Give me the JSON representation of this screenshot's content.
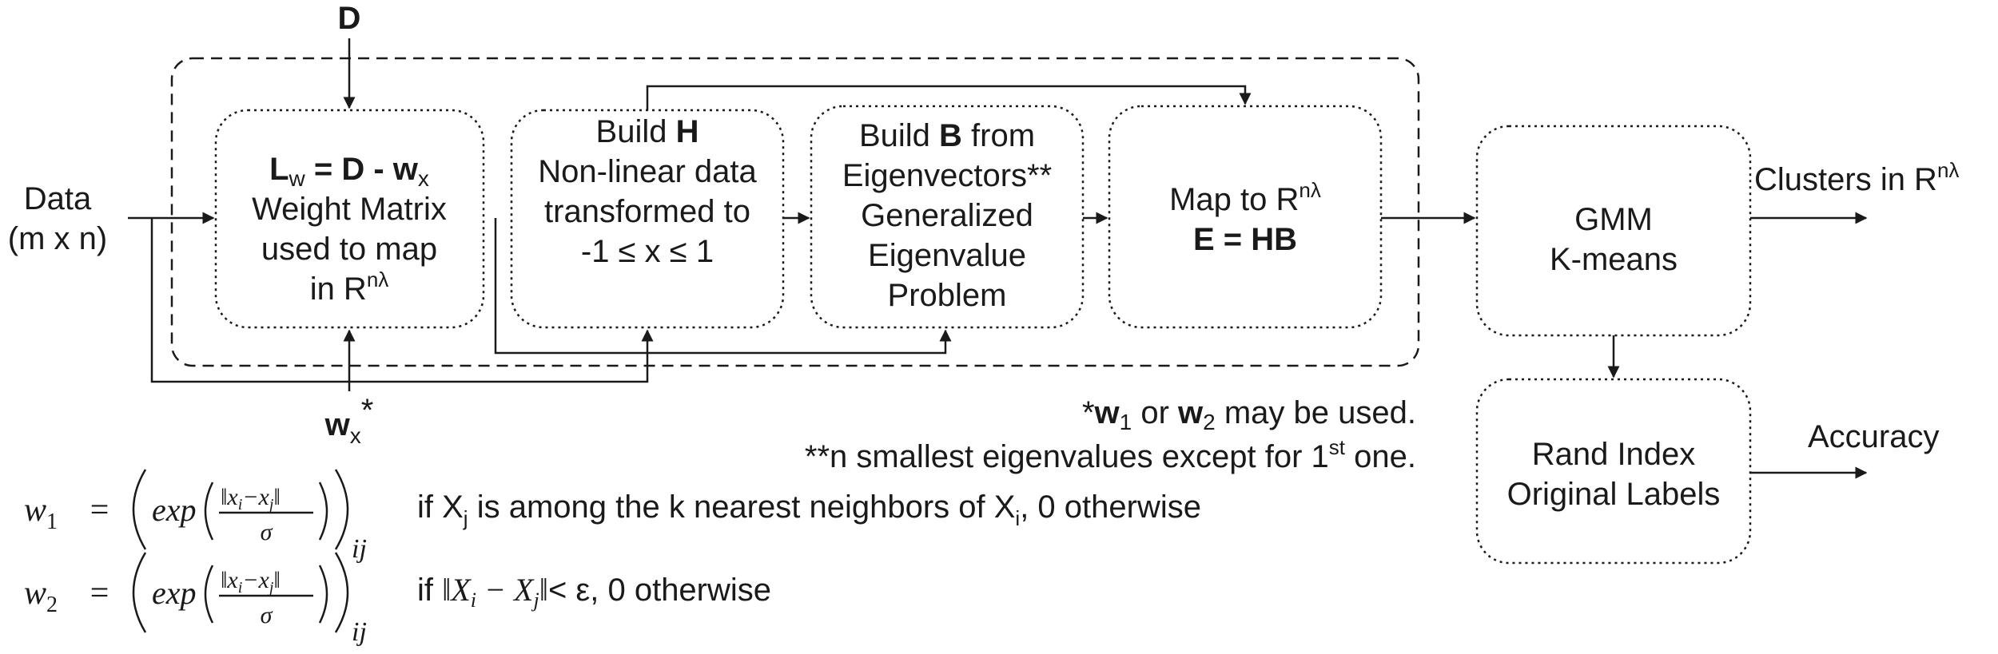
{
  "inputs": {
    "d_label": "D",
    "data_label": "Data",
    "data_dims": "(m x n)",
    "w_label": "w",
    "w_sub": "x",
    "w_star": "*"
  },
  "box_lw": {
    "eq_L": "L",
    "eq_L_sub": "w",
    "eq_mid": " = D - ",
    "eq_w": "w",
    "eq_w_sub": "x",
    "line2": "Weight Matrix",
    "line3": "used to map",
    "line4": "in R",
    "line4_sup": "nλ"
  },
  "box_h": {
    "line1_pre": "Build ",
    "line1_bold": "H",
    "line2": "Non-linear data",
    "line3": "transformed to",
    "line4": "-1 ≤ x ≤ 1"
  },
  "box_b": {
    "line1_pre": "Build ",
    "line1_bold": "B",
    "line1_post": " from",
    "line2": "Eigenvectors**",
    "line3": "Generalized",
    "line4": "Eigenvalue",
    "line5": "Problem"
  },
  "box_map": {
    "line1": "Map to R",
    "line1_sup": "nλ",
    "line2": "E = HB"
  },
  "box_gmm": {
    "line1": "GMM",
    "line2": "K-means"
  },
  "box_rand": {
    "line1": "Rand Index",
    "line2": "Original Labels"
  },
  "outputs": {
    "clusters": "Clusters in R",
    "clusters_sup": "nλ",
    "accuracy": "Accuracy"
  },
  "notes": {
    "note1_pre": "*",
    "note1_w1": "w",
    "note1_w1_sub": "1",
    "note1_or": " or ",
    "note1_w2": "w",
    "note1_w2_sub": "2",
    "note1_post": " may be used.",
    "note2_pre": "**n smallest eigenvalues except for 1",
    "note2_sup": "st",
    "note2_post": " one."
  },
  "formulas": {
    "w1_lhs": "w",
    "w1_sub": "1",
    "w2_lhs": "w",
    "w2_sub": "2",
    "eq": "=",
    "exp": "exp",
    "num": "‖x",
    "num_i": "i",
    "num_minus": "−x",
    "num_j": "j",
    "num_close": "‖",
    "den": "σ",
    "ij": "ij",
    "cond1_pre": "if X",
    "cond1_j": "j",
    "cond1_mid": " is among the k nearest neighbors of X",
    "cond1_i": "i",
    "cond1_post": ", 0 otherwise",
    "cond2_pre": "if ",
    "cond2_norm": "‖X",
    "cond2_i": "i",
    "cond2_minus": " − X",
    "cond2_j": "j",
    "cond2_close": "‖",
    "cond2_post": "< ε, 0 otherwise"
  }
}
